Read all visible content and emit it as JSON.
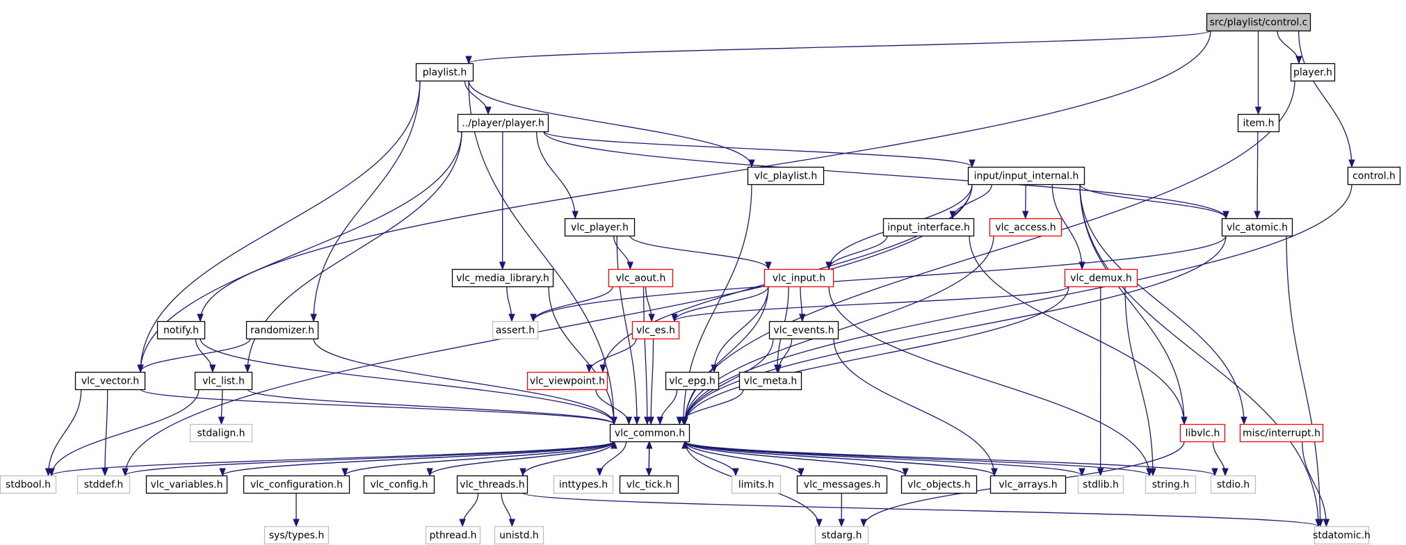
{
  "graph": {
    "title": "src/playlist/control.c",
    "node_kinds": {
      "root": "current file",
      "documented": "documented header",
      "partial": "header with truncated include graph",
      "missing": "undocumented / system header"
    },
    "colors": {
      "edge": "#191970",
      "root_fill": "#bfbfbf",
      "partial_border": "#ff0000",
      "missing_border": "#bfbfbf"
    },
    "nodes": [
      {
        "id": "control_c",
        "label": "src/playlist/control.c",
        "kind": "root"
      },
      {
        "id": "playlist_h",
        "label": "playlist.h",
        "kind": "documented"
      },
      {
        "id": "player_h",
        "label": "player.h",
        "kind": "documented"
      },
      {
        "id": "item_h",
        "label": "item.h",
        "kind": "documented"
      },
      {
        "id": "control_h",
        "label": "control.h",
        "kind": "documented"
      },
      {
        "id": "player_player_h",
        "label": "../player/player.h",
        "kind": "documented"
      },
      {
        "id": "vlc_playlist_h",
        "label": "vlc_playlist.h",
        "kind": "documented"
      },
      {
        "id": "input_internal_h",
        "label": "input/input_internal.h",
        "kind": "documented"
      },
      {
        "id": "vlc_player_h",
        "label": "vlc_player.h",
        "kind": "documented"
      },
      {
        "id": "input_interface_h",
        "label": "input_interface.h",
        "kind": "documented"
      },
      {
        "id": "vlc_access_h",
        "label": "vlc_access.h",
        "kind": "partial"
      },
      {
        "id": "vlc_atomic_h",
        "label": "vlc_atomic.h",
        "kind": "documented"
      },
      {
        "id": "vlc_media_library_h",
        "label": "vlc_media_library.h",
        "kind": "documented"
      },
      {
        "id": "vlc_aout_h",
        "label": "vlc_aout.h",
        "kind": "partial"
      },
      {
        "id": "vlc_input_h",
        "label": "vlc_input.h",
        "kind": "partial"
      },
      {
        "id": "vlc_demux_h",
        "label": "vlc_demux.h",
        "kind": "partial"
      },
      {
        "id": "notify_h",
        "label": "notify.h",
        "kind": "documented"
      },
      {
        "id": "randomizer_h",
        "label": "randomizer.h",
        "kind": "documented"
      },
      {
        "id": "assert_h",
        "label": "assert.h",
        "kind": "missing"
      },
      {
        "id": "vlc_es_h",
        "label": "vlc_es.h",
        "kind": "partial"
      },
      {
        "id": "vlc_events_h",
        "label": "vlc_events.h",
        "kind": "documented"
      },
      {
        "id": "vlc_vector_h",
        "label": "vlc_vector.h",
        "kind": "documented"
      },
      {
        "id": "vlc_list_h",
        "label": "vlc_list.h",
        "kind": "documented"
      },
      {
        "id": "vlc_viewpoint_h",
        "label": "vlc_viewpoint.h",
        "kind": "partial"
      },
      {
        "id": "vlc_epg_h",
        "label": "vlc_epg.h",
        "kind": "documented"
      },
      {
        "id": "vlc_meta_h",
        "label": "vlc_meta.h",
        "kind": "documented"
      },
      {
        "id": "stdalign_h",
        "label": "stdalign.h",
        "kind": "missing"
      },
      {
        "id": "vlc_common_h",
        "label": "vlc_common.h",
        "kind": "documented"
      },
      {
        "id": "libvlc_h",
        "label": "libvlc.h",
        "kind": "partial"
      },
      {
        "id": "misc_interrupt_h",
        "label": "misc/interrupt.h",
        "kind": "partial"
      },
      {
        "id": "stdbool_h",
        "label": "stdbool.h",
        "kind": "missing"
      },
      {
        "id": "stddef_h",
        "label": "stddef.h",
        "kind": "missing"
      },
      {
        "id": "vlc_variables_h",
        "label": "vlc_variables.h",
        "kind": "documented"
      },
      {
        "id": "vlc_configuration_h",
        "label": "vlc_configuration.h",
        "kind": "documented"
      },
      {
        "id": "vlc_config_h",
        "label": "vlc_config.h",
        "kind": "documented"
      },
      {
        "id": "vlc_threads_h",
        "label": "vlc_threads.h",
        "kind": "documented"
      },
      {
        "id": "inttypes_h",
        "label": "inttypes.h",
        "kind": "missing"
      },
      {
        "id": "vlc_tick_h",
        "label": "vlc_tick.h",
        "kind": "documented"
      },
      {
        "id": "limits_h",
        "label": "limits.h",
        "kind": "missing"
      },
      {
        "id": "vlc_messages_h",
        "label": "vlc_messages.h",
        "kind": "documented"
      },
      {
        "id": "vlc_objects_h",
        "label": "vlc_objects.h",
        "kind": "documented"
      },
      {
        "id": "vlc_arrays_h",
        "label": "vlc_arrays.h",
        "kind": "documented"
      },
      {
        "id": "stdlib_h",
        "label": "stdlib.h",
        "kind": "missing"
      },
      {
        "id": "string_h",
        "label": "string.h",
        "kind": "missing"
      },
      {
        "id": "stdio_h",
        "label": "stdio.h",
        "kind": "missing"
      },
      {
        "id": "sys_types_h",
        "label": "sys/types.h",
        "kind": "missing"
      },
      {
        "id": "pthread_h",
        "label": "pthread.h",
        "kind": "missing"
      },
      {
        "id": "unistd_h",
        "label": "unistd.h",
        "kind": "missing"
      },
      {
        "id": "stdarg_h",
        "label": "stdarg.h",
        "kind": "missing"
      },
      {
        "id": "stdatomic_h",
        "label": "stdatomic.h",
        "kind": "missing"
      }
    ],
    "edges": [
      [
        "control_c",
        "playlist_h"
      ],
      [
        "control_c",
        "player_h"
      ],
      [
        "control_c",
        "item_h"
      ],
      [
        "control_c",
        "control_h"
      ],
      [
        "control_c",
        "notify_h"
      ],
      [
        "playlist_h",
        "player_player_h"
      ],
      [
        "playlist_h",
        "vlc_playlist_h"
      ],
      [
        "playlist_h",
        "randomizer_h"
      ],
      [
        "playlist_h",
        "vlc_vector_h"
      ],
      [
        "playlist_h",
        "vlc_common_h"
      ],
      [
        "player_h",
        "vlc_common_h"
      ],
      [
        "item_h",
        "vlc_atomic_h"
      ],
      [
        "control_h",
        "vlc_common_h"
      ],
      [
        "player_player_h",
        "input_internal_h"
      ],
      [
        "player_player_h",
        "vlc_player_h"
      ],
      [
        "player_player_h",
        "vlc_media_library_h"
      ],
      [
        "player_player_h",
        "vlc_atomic_h"
      ],
      [
        "player_player_h",
        "vlc_vector_h"
      ],
      [
        "player_player_h",
        "vlc_list_h"
      ],
      [
        "vlc_playlist_h",
        "vlc_common_h"
      ],
      [
        "input_internal_h",
        "input_interface_h"
      ],
      [
        "input_internal_h",
        "vlc_access_h"
      ],
      [
        "input_internal_h",
        "vlc_atomic_h"
      ],
      [
        "input_internal_h",
        "vlc_demux_h"
      ],
      [
        "input_internal_h",
        "vlc_input_h"
      ],
      [
        "input_internal_h",
        "vlc_viewpoint_h"
      ],
      [
        "input_internal_h",
        "libvlc_h"
      ],
      [
        "input_internal_h",
        "misc_interrupt_h"
      ],
      [
        "input_internal_h",
        "stdatomic_h"
      ],
      [
        "input_internal_h",
        "stddef_h"
      ],
      [
        "vlc_player_h",
        "vlc_aout_h"
      ],
      [
        "vlc_player_h",
        "vlc_input_h"
      ],
      [
        "vlc_player_h",
        "vlc_common_h"
      ],
      [
        "input_interface_h",
        "vlc_input_h"
      ],
      [
        "input_interface_h",
        "libvlc_h"
      ],
      [
        "vlc_access_h",
        "vlc_common_h"
      ],
      [
        "vlc_atomic_h",
        "assert_h"
      ],
      [
        "vlc_atomic_h",
        "vlc_common_h"
      ],
      [
        "vlc_atomic_h",
        "stdatomic_h"
      ],
      [
        "vlc_media_library_h",
        "assert_h"
      ],
      [
        "vlc_media_library_h",
        "vlc_common_h"
      ],
      [
        "vlc_aout_h",
        "assert_h"
      ],
      [
        "vlc_aout_h",
        "vlc_es_h"
      ],
      [
        "vlc_aout_h",
        "vlc_common_h"
      ],
      [
        "vlc_input_h",
        "vlc_es_h"
      ],
      [
        "vlc_input_h",
        "vlc_events_h"
      ],
      [
        "vlc_input_h",
        "vlc_epg_h"
      ],
      [
        "vlc_input_h",
        "vlc_meta_h"
      ],
      [
        "vlc_input_h",
        "vlc_common_h"
      ],
      [
        "vlc_input_h",
        "string_h"
      ],
      [
        "vlc_demux_h",
        "vlc_es_h"
      ],
      [
        "vlc_demux_h",
        "vlc_common_h"
      ],
      [
        "vlc_demux_h",
        "stdlib_h"
      ],
      [
        "vlc_demux_h",
        "string_h"
      ],
      [
        "notify_h",
        "vlc_list_h"
      ],
      [
        "notify_h",
        "vlc_common_h"
      ],
      [
        "randomizer_h",
        "vlc_vector_h"
      ],
      [
        "randomizer_h",
        "vlc_common_h"
      ],
      [
        "vlc_es_h",
        "vlc_viewpoint_h"
      ],
      [
        "vlc_es_h",
        "vlc_common_h"
      ],
      [
        "vlc_events_h",
        "vlc_meta_h"
      ],
      [
        "vlc_events_h",
        "vlc_common_h"
      ],
      [
        "vlc_events_h",
        "vlc_arrays_h"
      ],
      [
        "vlc_vector_h",
        "stdbool_h"
      ],
      [
        "vlc_vector_h",
        "stddef_h"
      ],
      [
        "vlc_vector_h",
        "vlc_common_h"
      ],
      [
        "vlc_list_h",
        "stdalign_h"
      ],
      [
        "vlc_list_h",
        "stdbool_h"
      ],
      [
        "vlc_list_h",
        "vlc_common_h"
      ],
      [
        "vlc_viewpoint_h",
        "vlc_common_h"
      ],
      [
        "vlc_epg_h",
        "vlc_common_h"
      ],
      [
        "vlc_meta_h",
        "vlc_common_h"
      ],
      [
        "libvlc_h",
        "stdio_h"
      ],
      [
        "libvlc_h",
        "stdarg_h"
      ],
      [
        "misc_interrupt_h",
        "stdatomic_h"
      ],
      [
        "vlc_common_h",
        "stdbool_h"
      ],
      [
        "vlc_common_h",
        "stddef_h"
      ],
      [
        "vlc_common_h",
        "vlc_variables_h"
      ],
      [
        "vlc_common_h",
        "vlc_configuration_h"
      ],
      [
        "vlc_common_h",
        "vlc_config_h"
      ],
      [
        "vlc_common_h",
        "vlc_threads_h"
      ],
      [
        "vlc_common_h",
        "inttypes_h"
      ],
      [
        "vlc_common_h",
        "vlc_tick_h"
      ],
      [
        "vlc_common_h",
        "limits_h"
      ],
      [
        "vlc_common_h",
        "vlc_messages_h"
      ],
      [
        "vlc_common_h",
        "vlc_objects_h"
      ],
      [
        "vlc_common_h",
        "vlc_arrays_h"
      ],
      [
        "vlc_common_h",
        "stdlib_h"
      ],
      [
        "vlc_common_h",
        "string_h"
      ],
      [
        "vlc_common_h",
        "stdio_h"
      ],
      [
        "vlc_common_h",
        "stdarg_h"
      ],
      [
        "vlc_variables_h",
        "vlc_common_h"
      ],
      [
        "vlc_configuration_h",
        "vlc_common_h"
      ],
      [
        "vlc_configuration_h",
        "sys_types_h"
      ],
      [
        "vlc_config_h",
        "vlc_common_h"
      ],
      [
        "vlc_threads_h",
        "vlc_common_h"
      ],
      [
        "vlc_threads_h",
        "pthread_h"
      ],
      [
        "vlc_threads_h",
        "unistd_h"
      ],
      [
        "vlc_threads_h",
        "stdatomic_h"
      ],
      [
        "vlc_tick_h",
        "vlc_common_h"
      ],
      [
        "vlc_messages_h",
        "vlc_common_h"
      ],
      [
        "vlc_messages_h",
        "stdarg_h"
      ],
      [
        "vlc_objects_h",
        "vlc_common_h"
      ],
      [
        "vlc_arrays_h",
        "vlc_common_h"
      ]
    ]
  }
}
